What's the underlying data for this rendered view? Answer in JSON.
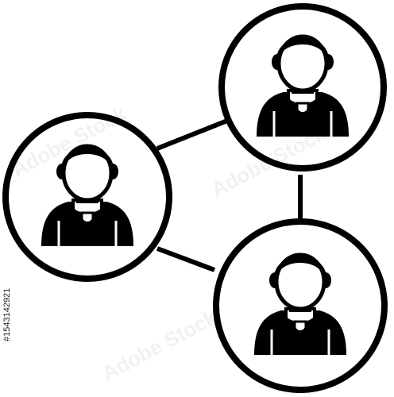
{
  "icon": {
    "name": "people-network-icon",
    "stroke_color": "#000000",
    "fill_color": "#000000",
    "background": "#ffffff",
    "nodes": [
      "person-top-right",
      "person-left",
      "person-bottom-right"
    ]
  },
  "watermark": {
    "text": "Adobe Stock",
    "id": "#1543142921"
  }
}
